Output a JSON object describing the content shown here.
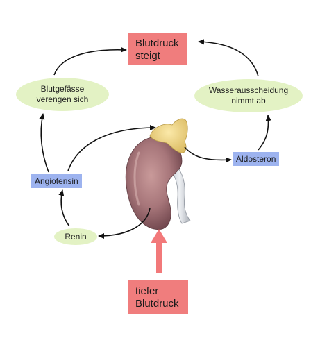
{
  "top_box": {
    "line1": "Blutdruck",
    "line2": "steigt"
  },
  "bottom_box": {
    "line1": "tiefer",
    "line2": "Blutdruck"
  },
  "vasoconstriction": {
    "line1": "Blutgefässe",
    "line2": "verengen sich"
  },
  "water_excretion": {
    "line1": "Wasserausscheidung",
    "line2": "nimmt ab"
  },
  "angiotensin": "Angiotensin",
  "aldosteron": "Aldosteron",
  "renin": "Renin",
  "colors": {
    "red_box": "#f07d7d",
    "blue_box": "#9db3ef",
    "green_ellipse": "#e3f2c4",
    "arrow": "#111111",
    "big_arrow": "#f2797a",
    "kidney": "#9c6a6e",
    "adrenal_gland": "#f0d890"
  },
  "icons": {
    "organ": "kidney-with-adrenal-gland"
  }
}
